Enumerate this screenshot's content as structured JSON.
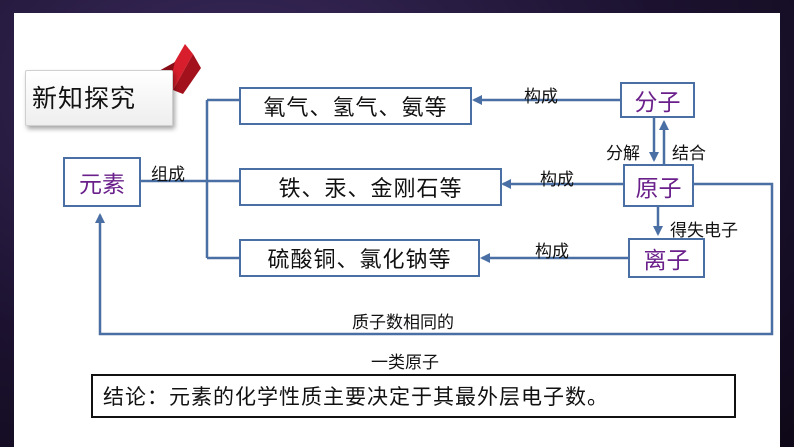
{
  "title": "新知探究",
  "nodes": {
    "element": "元素",
    "molecule": "分子",
    "atom": "原子",
    "ion": "离子",
    "oxygen_group": "氧气、氢气、氨等",
    "iron_group": "铁、汞、金刚石等",
    "salt_group": "硫酸铜、氯化钠等"
  },
  "edges": {
    "compose": "组成",
    "constitute_1": "构成",
    "constitute_2": "构成",
    "constitute_3": "构成",
    "decompose": "分解",
    "combine": "结合",
    "gain_lose_electron": "得失电子",
    "same_protons": "质子数相同的",
    "one_kind_atom": "一类原子"
  },
  "conclusion": "结论：元素的化学性质主要决定于其最外层电子数。",
  "colors": {
    "line": "#4a6fa5",
    "node_purple": "#6a1f8a",
    "ribbon": "#d81e2c"
  }
}
